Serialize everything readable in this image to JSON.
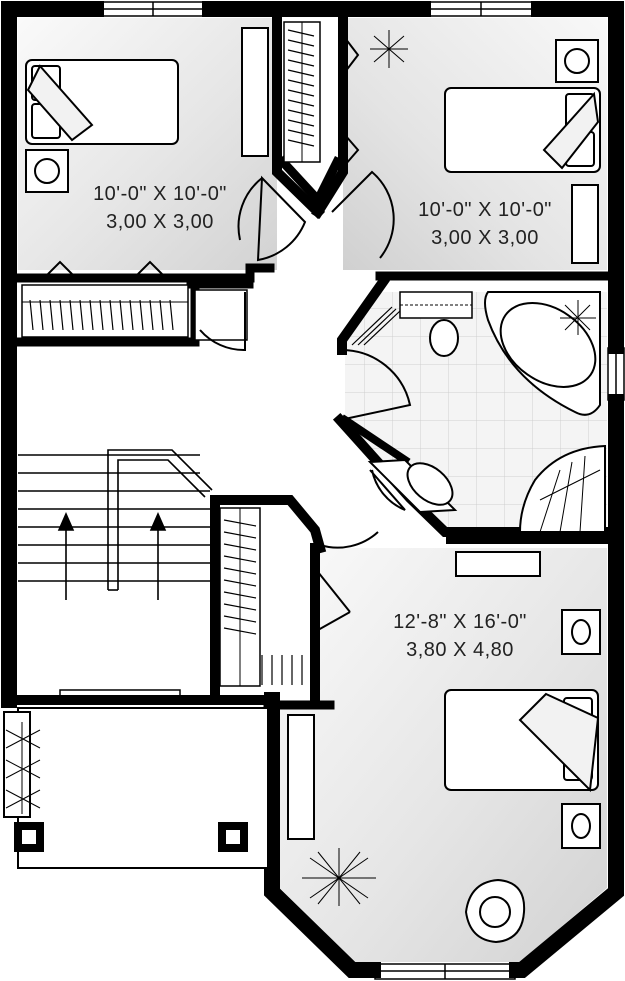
{
  "rooms": {
    "bedroom_top_left": {
      "imperial": "10'-0\" X 10'-0\"",
      "metric": "3,00 X 3,00"
    },
    "bedroom_top_right": {
      "imperial": "10'-0\" X 10'-0\"",
      "metric": "3,00 X 3,00"
    },
    "master_bedroom": {
      "imperial": "12'-8\" X 16'-0\"",
      "metric": "3,80 X 4,80"
    }
  }
}
